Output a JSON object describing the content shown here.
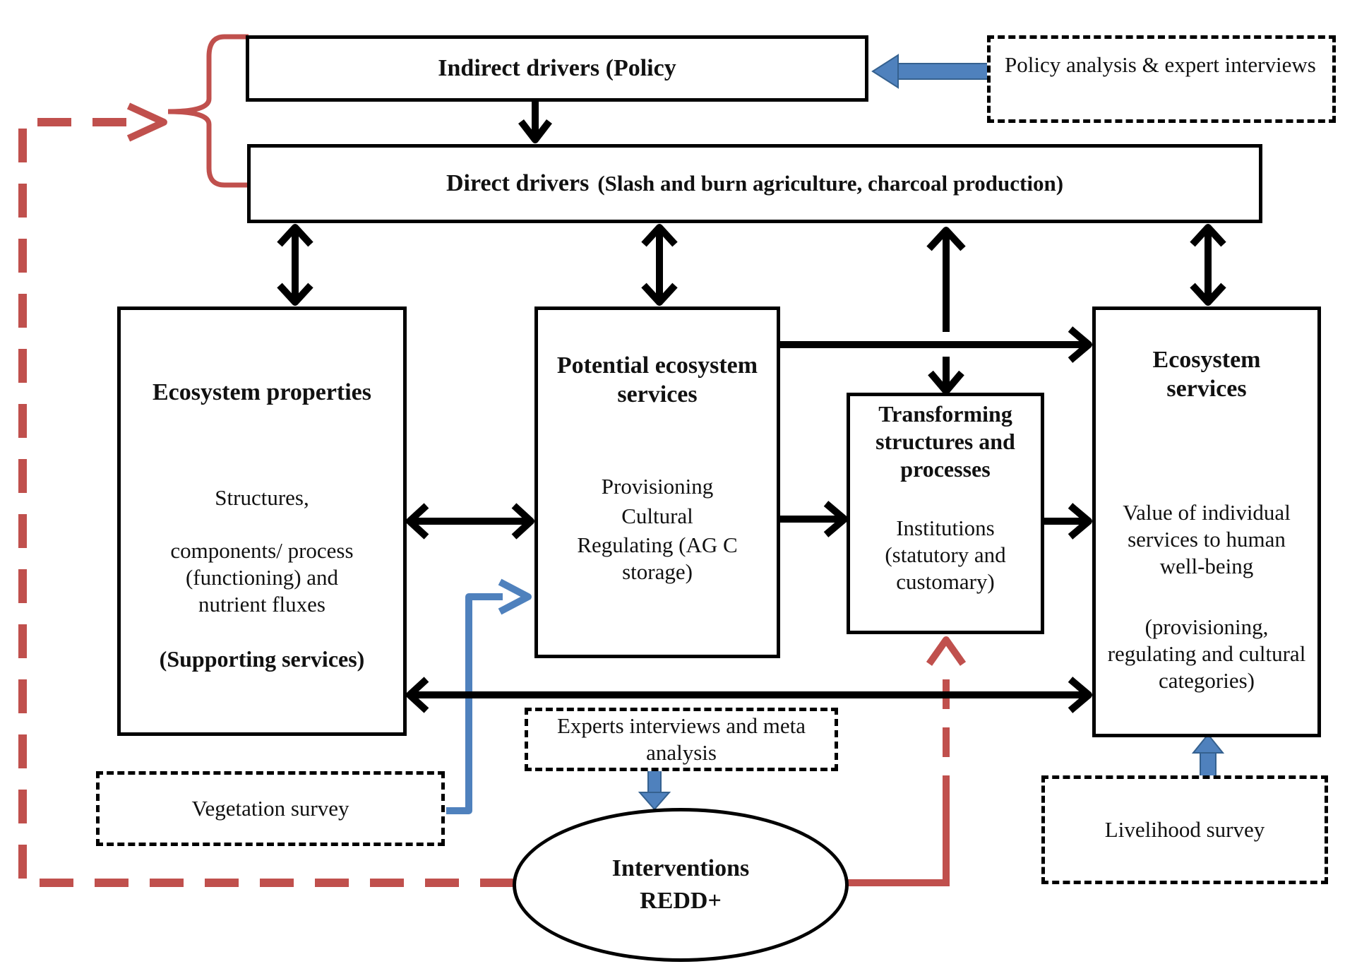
{
  "colors": {
    "black": "#000000",
    "blue": "#4F81BD",
    "red": "#C0504D"
  },
  "indirect_drivers": {
    "label": "Indirect drivers (Policy"
  },
  "policy_analysis": {
    "label": "Policy analysis & expert interviews"
  },
  "direct_drivers": {
    "label": "Direct drivers",
    "detail": "(Slash and burn agriculture, charcoal production)"
  },
  "ecosystem_properties": {
    "title": "Ecosystem properties",
    "line1": "Structures,",
    "line2": "components/ process (functioning) and nutrient fluxes",
    "footer": "(Supporting services)"
  },
  "potential_services": {
    "title": "Potential ecosystem services",
    "items": [
      "Provisioning",
      "Cultural",
      "Regulating (AG C storage)"
    ]
  },
  "transforming": {
    "title": "Transforming structures and processes",
    "body": "Institutions (statutory and customary)"
  },
  "ecosystem_services": {
    "title": "Ecosystem services",
    "body": "Value of individual services to human well-being",
    "categories": "(provisioning, regulating and cultural categories)"
  },
  "experts_meta": {
    "label": "Experts interviews and meta analysis"
  },
  "vegetation_survey": {
    "label": "Vegetation survey"
  },
  "livelihood_survey": {
    "label": "Livelihood survey"
  },
  "interventions": {
    "line1": "Interventions",
    "line2": "REDD+"
  }
}
